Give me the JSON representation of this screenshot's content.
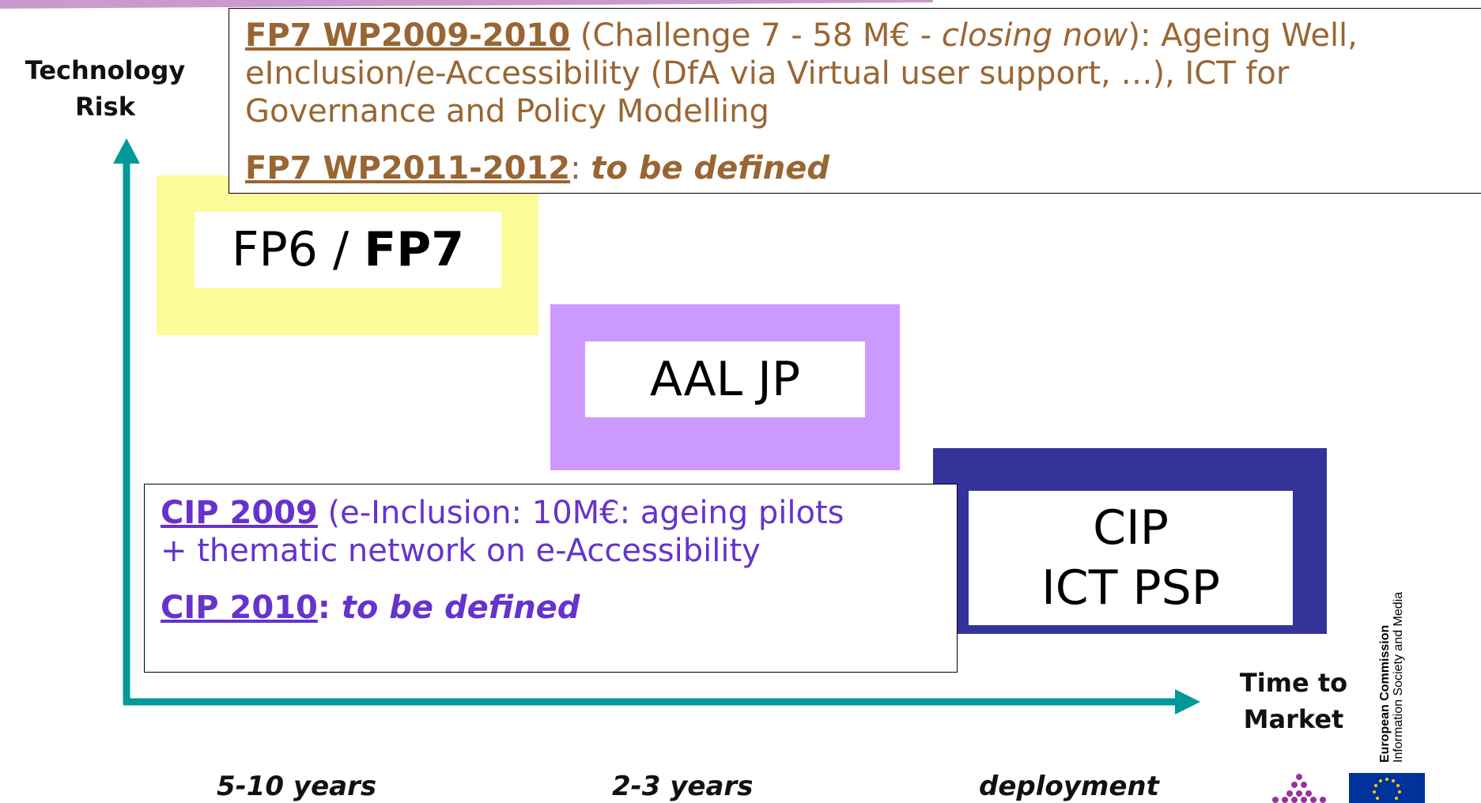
{
  "axes": {
    "y_label_line1": "Technology",
    "y_label_line2": "Risk",
    "x_label_line1": "Time to",
    "x_label_line2": "Market",
    "x_ticks": [
      "5-10 years",
      "2-3 years",
      "deployment"
    ]
  },
  "blocks": {
    "fp": {
      "normal": "FP6 / ",
      "bold": "FP7"
    },
    "aal": "AAL JP",
    "cip_line1": "CIP",
    "cip_line2": "ICT PSP"
  },
  "fp7_callout": {
    "item1_header": "FP7 WP2009-2010",
    "item1_text_a": " (Challenge 7 - 58 M€ - ",
    "item1_text_italic": "closing now",
    "item1_text_b": "): Ageing Well, eInclusion/e-Accessibility (DfA via Virtual user support, …), ICT for Governance and Policy Modelling",
    "item2_header": "FP7 WP2011-2012",
    "item2_sep": ": ",
    "item2_text": "to be defined"
  },
  "cip_callout": {
    "item1_header": "CIP 2009",
    "item1_text": " (e-Inclusion: 10M€: ageing pilots",
    "item1_line2": "+   thematic network on e-Accessibility",
    "item2_header": "CIP 2010",
    "item2_sep": ": ",
    "item2_text": "to be defined"
  },
  "logos": {
    "ec_line1": "European Commission",
    "ec_line2": "Information Society and Media"
  },
  "colors": {
    "axis": "#009999",
    "fp_block": "#fbfb9a",
    "aal_block": "#cc99ff",
    "cip_block": "#333399",
    "fp7_text": "#996633",
    "cip_text": "#6633cc"
  }
}
